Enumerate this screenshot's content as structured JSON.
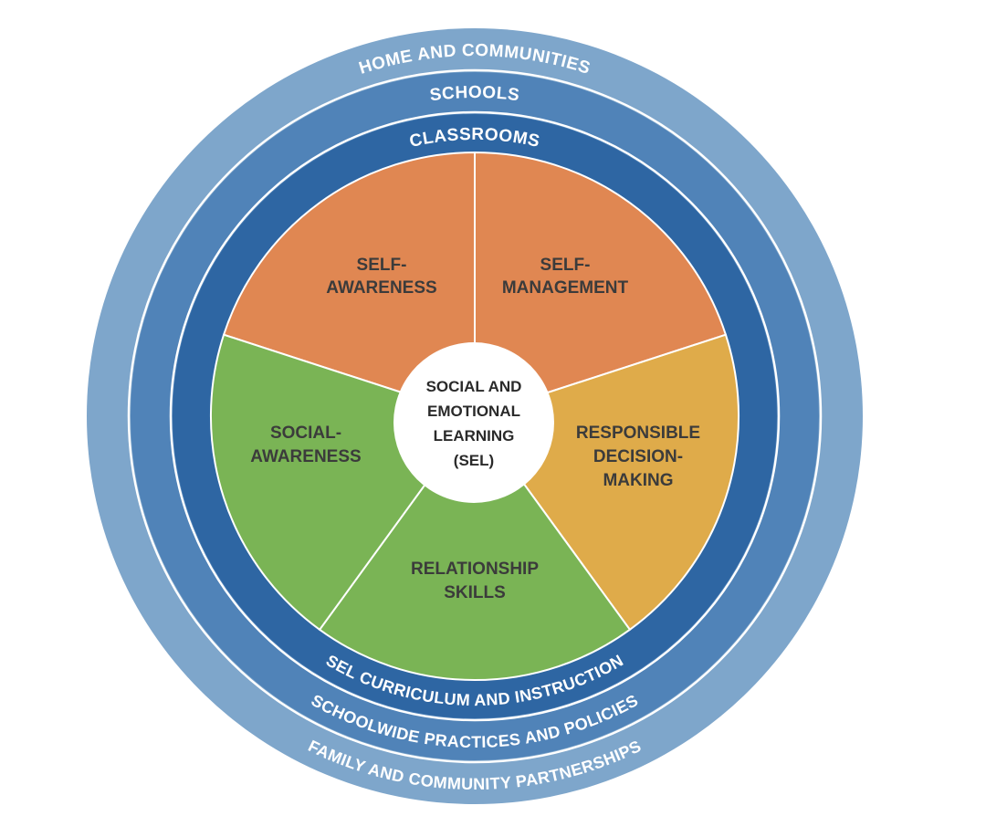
{
  "colors": {
    "outer_ring": "#7ea6cb",
    "middle_ring": "#5083b8",
    "inner_ring": "#2e66a3",
    "separator": "#ffffff",
    "orange": "#e08752",
    "green": "#7ab455",
    "gold": "#dfab4a",
    "center": "#ffffff"
  },
  "rings": {
    "outer": {
      "top_label": "HOME AND COMMUNITIES",
      "bottom_label": "FAMILY AND COMMUNITY PARTNERSHIPS"
    },
    "middle": {
      "top_label": "SCHOOLS",
      "bottom_label": "SCHOOLWIDE PRACTICES AND POLICIES"
    },
    "inner": {
      "top_label": "CLASSROOMS",
      "bottom_label": "SEL CURRICULUM AND INSTRUCTION"
    }
  },
  "segments": {
    "self_awareness": {
      "line1": "SELF-",
      "line2": "AWARENESS",
      "color": "orange"
    },
    "self_management": {
      "line1": "SELF-",
      "line2": "MANAGEMENT",
      "color": "orange"
    },
    "responsible_decision_making": {
      "line1": "RESPONSIBLE",
      "line2": "DECISION-",
      "line3": "MAKING",
      "color": "gold"
    },
    "relationship_skills": {
      "line1": "RELATIONSHIP",
      "line2": "SKILLS",
      "color": "green"
    },
    "social_awareness": {
      "line1": "SOCIAL-",
      "line2": "AWARENESS",
      "color": "green"
    }
  },
  "center": {
    "line1": "SOCIAL AND",
    "line2": "EMOTIONAL",
    "line3": "LEARNING",
    "line4": "(SEL)"
  }
}
